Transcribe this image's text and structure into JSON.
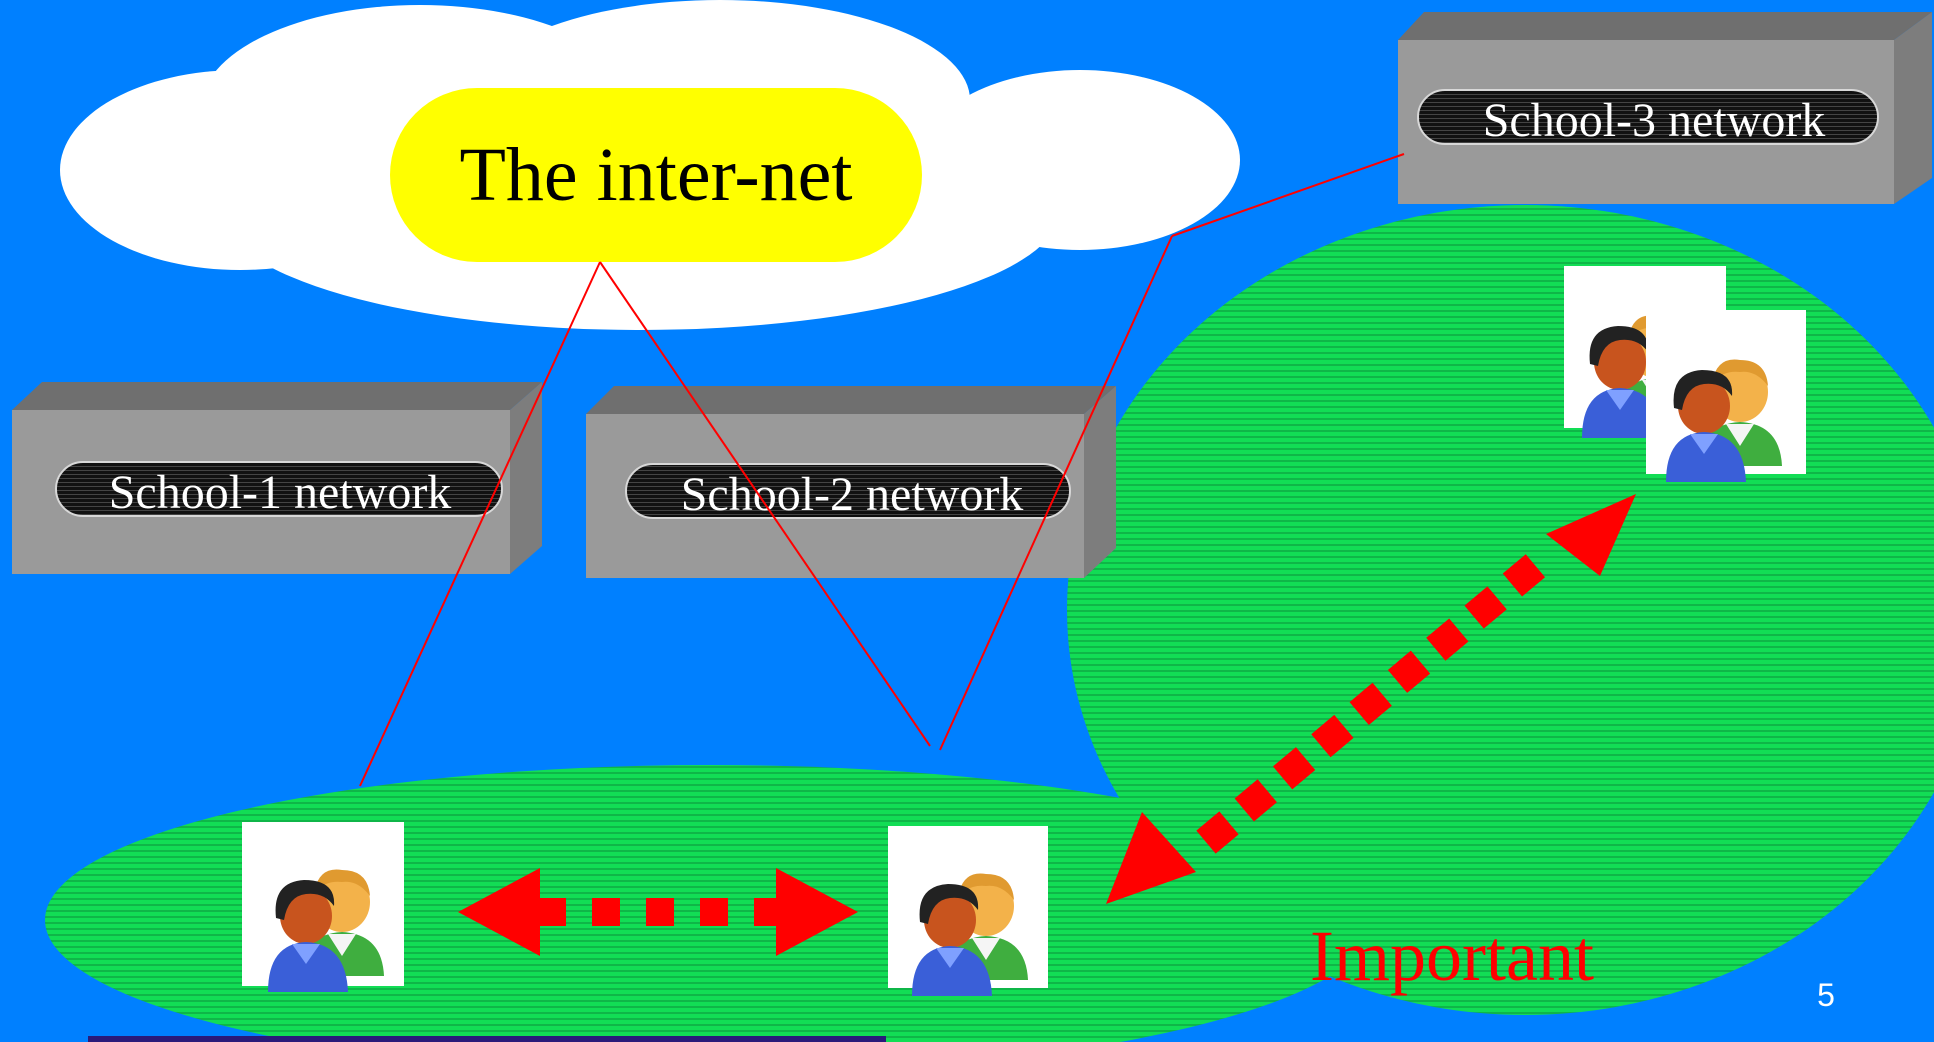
{
  "diagram": {
    "internet_label": "The inter-net",
    "school1_label": "School-1 network",
    "school2_label": "School-2 network",
    "school3_label": "School-3 network",
    "important_label": "Important",
    "page_number": "5"
  },
  "icons": [
    "users-group-icon",
    "users-group-icon",
    "users-group-icon",
    "user-icon"
  ],
  "colors": {
    "background": "#0080ff",
    "cloud": "#ffffff",
    "internet_pill": "#ffff00",
    "school_box": "#9a9a9a",
    "zone_green": "#11dd55",
    "arrow_red": "#ff0000",
    "important_text": "#ff0000"
  }
}
